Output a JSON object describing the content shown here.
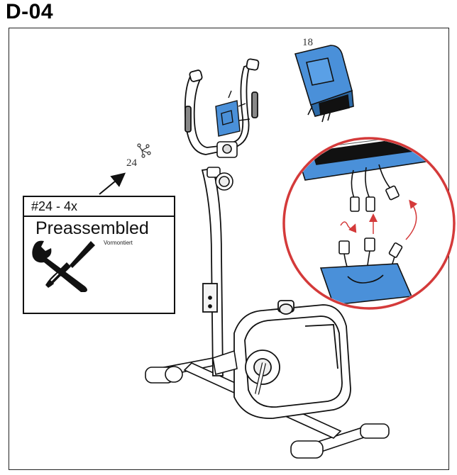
{
  "step": {
    "title": "D-04"
  },
  "callouts": {
    "computer_part": "18",
    "screw_part": "24"
  },
  "info_box": {
    "header": "#24 - 4x",
    "title": "Preassembled",
    "subtitle": "Vormontiert"
  },
  "icons": [
    "wrench-screwdriver-icon"
  ],
  "colors": {
    "highlight_blue": "#4a90d9",
    "zoom_circle_red": "#d43a3a",
    "arrow_red": "#d43a3a"
  }
}
